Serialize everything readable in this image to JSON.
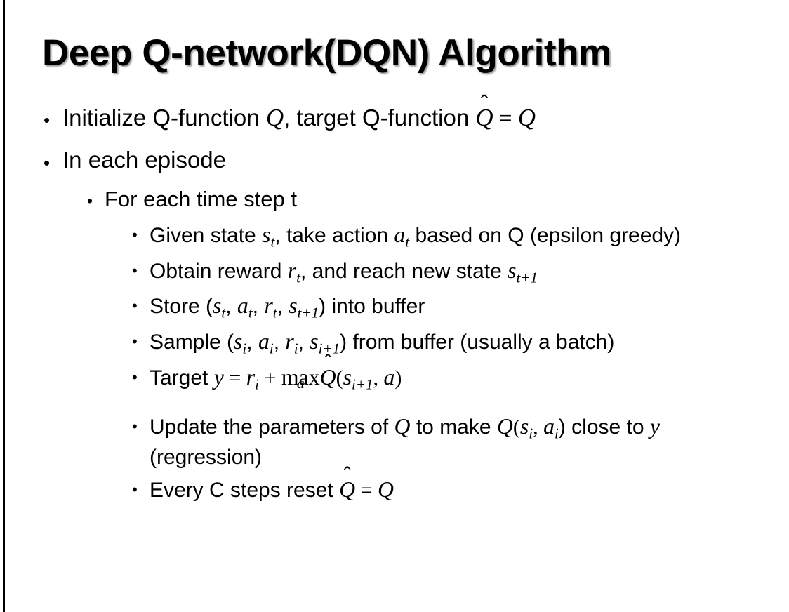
{
  "slide": {
    "title": "Deep Q-network(DQN) Algorithm",
    "background_color": "#ffffff",
    "text_color": "#000000",
    "left_rule_color": "#000000",
    "bullet_glyph": "•"
  },
  "content": {
    "level1": [
      {
        "id": "initialize",
        "segments": [
          {
            "kind": "text",
            "value": "Initialize Q-function "
          },
          {
            "kind": "var",
            "value": "Q"
          },
          {
            "kind": "text",
            "value": ", target Q-function "
          },
          {
            "kind": "hat",
            "value": "Q"
          },
          {
            "kind": "op",
            "value": " = "
          },
          {
            "kind": "var",
            "value": "Q"
          }
        ],
        "plain": "Initialize Q-function Q, target Q-function Q̂ = Q"
      },
      {
        "id": "in-each-episode",
        "segments": [
          {
            "kind": "text",
            "value": "In each episode"
          }
        ],
        "plain": "In each episode"
      }
    ],
    "level2": [
      {
        "id": "for-each-time-step",
        "segments": [
          {
            "kind": "text",
            "value": "For each time step t"
          }
        ],
        "plain": "For each time step t"
      }
    ],
    "level3": [
      {
        "id": "given-state",
        "plain": "Given state s_t, take action a_t based on Q (epsilon greedy)"
      },
      {
        "id": "obtain-reward",
        "plain": "Obtain reward r_t, and reach new state s_t+1"
      },
      {
        "id": "store-transition",
        "plain": "Store (s_t, a_t, r_t, s_t+1) into buffer"
      },
      {
        "id": "sample-batch",
        "plain": "Sample (s_i, a_i, r_i, s_i+1) from buffer (usually a batch)"
      },
      {
        "id": "target-value",
        "plain": "Target y = r_i + max_a Q̂(s_i+1, a)"
      },
      {
        "id": "update-parameters",
        "plain": "Update the parameters of Q to make Q(s_i, a_i) close to y (regression)"
      },
      {
        "id": "reset-target-network",
        "plain": "Every C steps reset Q̂ = Q"
      }
    ]
  },
  "text": {
    "initialize_a": "Initialize Q-function ",
    "initialize_b": ", target Q-function ",
    "in_each_episode": "In each episode",
    "for_each_time_step": "For each time step t",
    "given_state_a": "Given state ",
    "given_state_b": ", take action ",
    "given_state_c": " based on Q (epsilon greedy)",
    "obtain_reward_a": "Obtain reward ",
    "obtain_reward_b": ", and reach new state ",
    "store_a": "Store (",
    "store_comma": ", ",
    "store_b": ") into buffer",
    "sample_a": "Sample (",
    "sample_b": ") from buffer (usually a batch)",
    "target_a": "Target ",
    "update_a": "Update the parameters of ",
    "update_b": " to make ",
    "update_c": "(",
    "update_d": ", ",
    "update_e": ") close to ",
    "update_f": " (regression)",
    "every_c_a": "Every C steps reset "
  },
  "math": {
    "Q": "Q",
    "hat_mark": "̂",
    "eq": " = ",
    "plus": " + ",
    "max": "max",
    "a": "a",
    "s": "s",
    "r": "r",
    "y": "y",
    "i": "i",
    "t": "t",
    "t_plus_1": "t+1",
    "i_plus_1": "i+1",
    "lparen": "(",
    "rparen": ")",
    "comma": ", "
  }
}
